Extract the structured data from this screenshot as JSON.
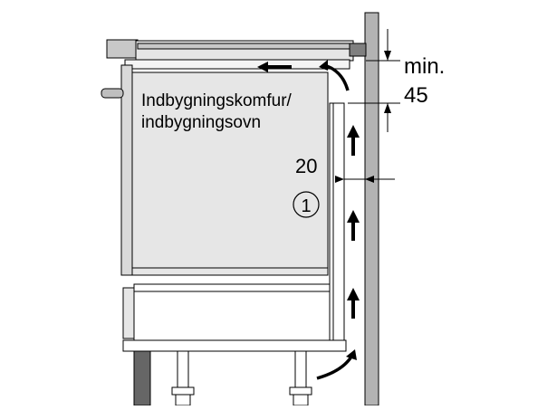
{
  "diagram": {
    "title_line1": "Indbygningskomfur/",
    "title_line2": "indbygningsovn",
    "dim_gap": "20",
    "dim_min_line1": "min.",
    "dim_min_line2": "45",
    "callout": "1"
  },
  "colors": {
    "appliance_fill": "#e6e6e6",
    "wall_fill": "#b3b3b3",
    "cooktop_fill": "#c8c8c8",
    "leg_dark": "#666666",
    "outline": "#000000"
  }
}
